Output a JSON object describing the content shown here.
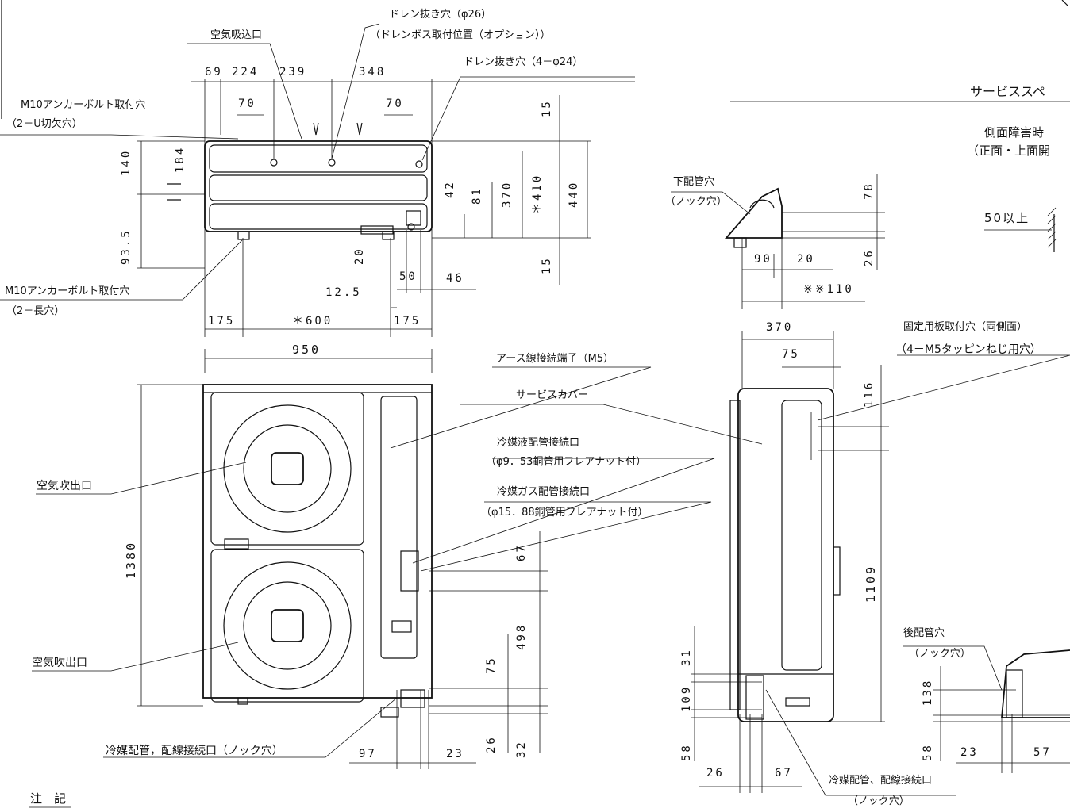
{
  "labels": {
    "drain_hole_26": "ドレン抜き穴（φ26）",
    "drain_boss": "（ドレンボス取付位置（オプション））",
    "drain_hole_4x24": "ドレン抜き穴（4－φ24）",
    "air_intake": "空気吸込口",
    "anchor_u": "M10アンカーボルト取付穴",
    "anchor_u_sub": "（2－U切欠穴）",
    "anchor_long": "M10アンカーボルト取付穴",
    "anchor_long_sub": "（2－長穴）",
    "service_space": "サービススペ",
    "side_obstacle": "側面障害時",
    "front_top_open": "（正面・上面開",
    "over50": "50以上",
    "bottom_pipe_hole": "下配管穴",
    "knock_hole_1": "（ノック穴）",
    "earth_terminal": "アース線接続端子（M5）",
    "service_cover": "サービスカバー",
    "liquid_pipe": "冷媒液配管接続口",
    "liquid_pipe_sub": "（φ9．53銅管用フレアナット付）",
    "gas_pipe": "冷媒ガス配管接続口",
    "gas_pipe_sub": "（φ15．88銅管用フレアナット付）",
    "fixing_plate": "固定用板取付穴（両側面）",
    "fixing_plate_sub": "（4－M5タッピンねじ用穴）",
    "air_outlet_1": "空気吹出口",
    "air_outlet_2": "空気吹出口",
    "rear_pipe_hole": "後配管穴",
    "knock_hole_2": "（ノック穴）",
    "pipe_wiring_1": "冷媒配管，配線接続口（ノック穴）",
    "pipe_wiring_2": "冷媒配管、配線接続口",
    "knock_hole_3": "（ノック穴）",
    "notes": "注　記"
  },
  "dims": {
    "d69": "69",
    "d224": "224",
    "d239": "239",
    "d348": "348",
    "d70a": "70",
    "d70b": "70",
    "d140": "140",
    "d184": "184",
    "d93_5": "93.5",
    "d15a": "15",
    "d15b": "15",
    "d42": "42",
    "d81": "81",
    "d370v": "370",
    "d410": "＊410",
    "d440": "440",
    "d20a": "20",
    "d12_5": "12.5",
    "d50": "50",
    "d46": "46",
    "d175a": "175",
    "d600": "＊600",
    "d175b": "175",
    "d950": "950",
    "d78": "78",
    "d26a": "26",
    "d90": "90",
    "d20b": "20",
    "d110": "※※110",
    "d370h": "370",
    "d75a": "75",
    "d116": "116",
    "d1380": "1380",
    "d67a": "67",
    "d498": "498",
    "d75b": "75",
    "d1109": "1109",
    "d26b": "26",
    "d32": "32",
    "d97": "97",
    "d23a": "23",
    "d31": "31",
    "d109": "109",
    "d58a": "58",
    "d26c": "26",
    "d67b": "67",
    "d138": "138",
    "d58b": "58",
    "d23b": "23",
    "d57": "57"
  }
}
